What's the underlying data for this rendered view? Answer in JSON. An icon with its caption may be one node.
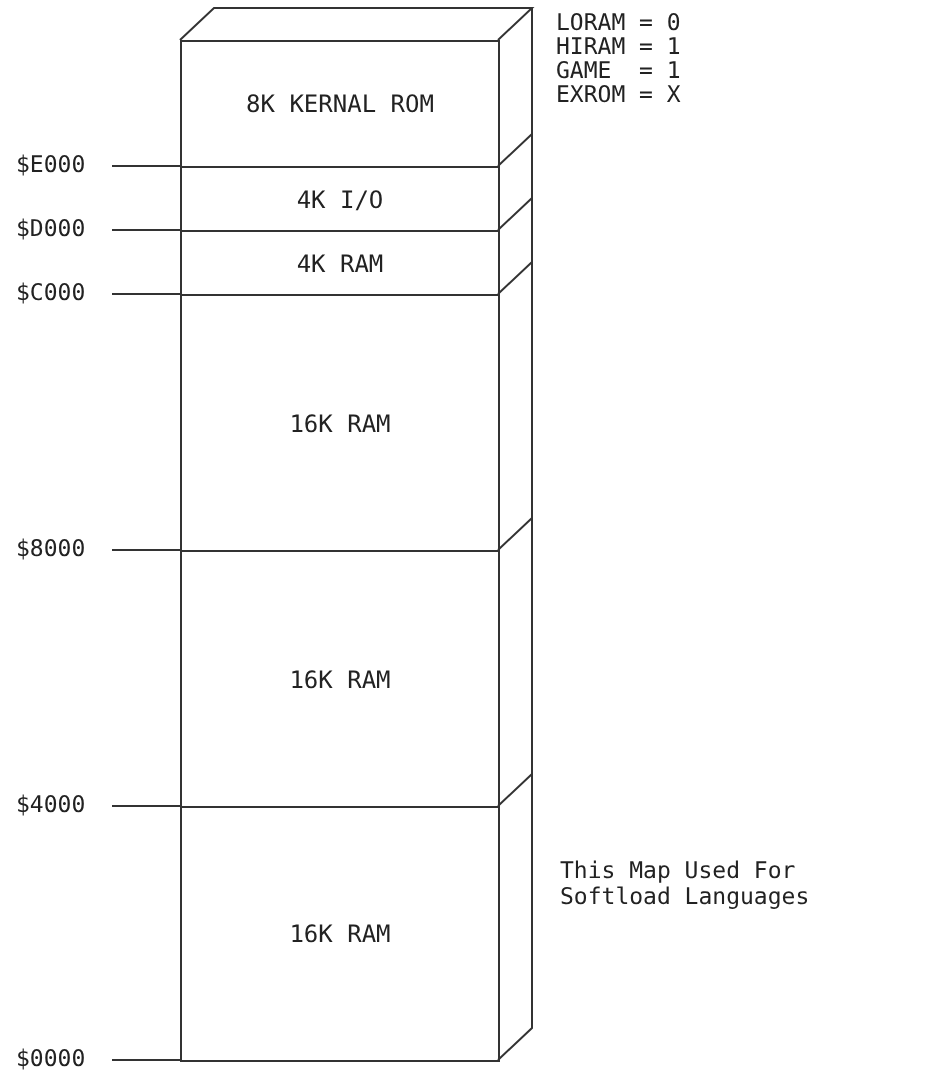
{
  "diagram": {
    "nodes": [
      {
        "text": [
          "8K KERNAL ROM"
        ]
      },
      {
        "text": [
          "4K I/O"
        ]
      },
      {
        "text": [
          "4K RAM"
        ]
      },
      {
        "text": [
          "16K RAM"
        ]
      },
      {
        "text": [
          "16K RAM"
        ]
      },
      {
        "text": [
          "16K RAM"
        ]
      }
    ],
    "edges": [],
    "labels": [
      "LORAM = 0",
      "HIRAM = 1",
      "GAME  = 1",
      "EXROM = X",
      "$E000",
      "$D000",
      "$C000",
      "$8000",
      "$4000",
      "This Map Used For Softload Languages",
      "$0000"
    ]
  }
}
